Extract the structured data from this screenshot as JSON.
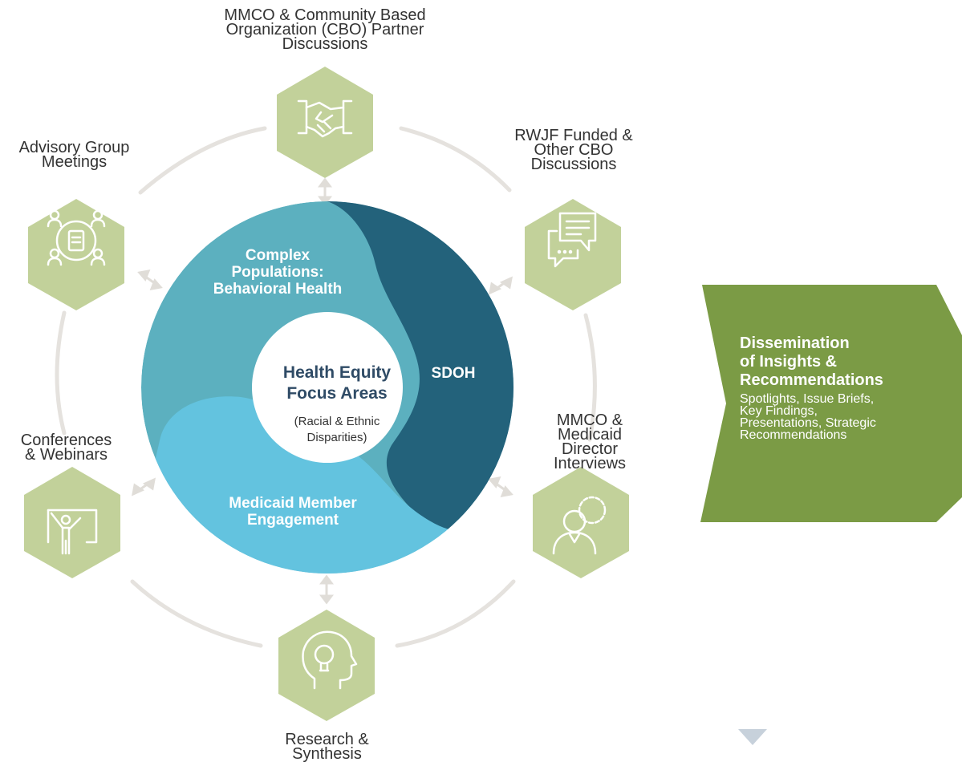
{
  "colors": {
    "hexagon": "#c2d19a",
    "ring": "#e5e2de",
    "arrow": "#e0ddd8",
    "segment_behavioral": "#5cb0bf",
    "segment_sdoh": "#23627b",
    "segment_member": "#63c3df",
    "dissemination": "#7b9b45",
    "triangle": "#c7d1db"
  },
  "center": {
    "title_lines": [
      "Health Equity",
      "Focus Areas"
    ],
    "subtitle_lines": [
      "(Racial & Ethnic",
      "Disparities)"
    ]
  },
  "segments": {
    "behavioral": [
      "Complex",
      "Populations:",
      "Behavioral Health"
    ],
    "sdoh": [
      "SDOH"
    ],
    "member": [
      "Medicaid Member",
      "Engagement"
    ]
  },
  "nodes": {
    "top": {
      "lines": [
        "MMCO & Community Based",
        "Organization (CBO) Partner",
        "Discussions"
      ],
      "icon": "handshake-icon"
    },
    "upper_right": {
      "lines": [
        "RWJF Funded &",
        "Other CBO",
        "Discussions"
      ],
      "icon": "chat-bubbles-icon"
    },
    "lower_right": {
      "lines": [
        "MMCO &",
        "Medicaid",
        "Director",
        "Interviews"
      ],
      "icon": "person-gear-icon"
    },
    "bottom": {
      "lines": [
        "Research &",
        "Synthesis"
      ],
      "icon": "lightbulb-head-icon"
    },
    "lower_left": {
      "lines": [
        "Conferences",
        "& Webinars"
      ],
      "icon": "presenter-icon"
    },
    "upper_left": {
      "lines": [
        "Advisory Group",
        "Meetings"
      ],
      "icon": "group-meeting-icon"
    }
  },
  "dissemination": {
    "title_lines": [
      "Dissemination",
      "of Insights &",
      "Recommendations"
    ],
    "detail_lines": [
      "Spotlights, Issue Briefs,",
      "Key Findings,",
      "Presentations, Strategic",
      "Recommendations"
    ]
  }
}
